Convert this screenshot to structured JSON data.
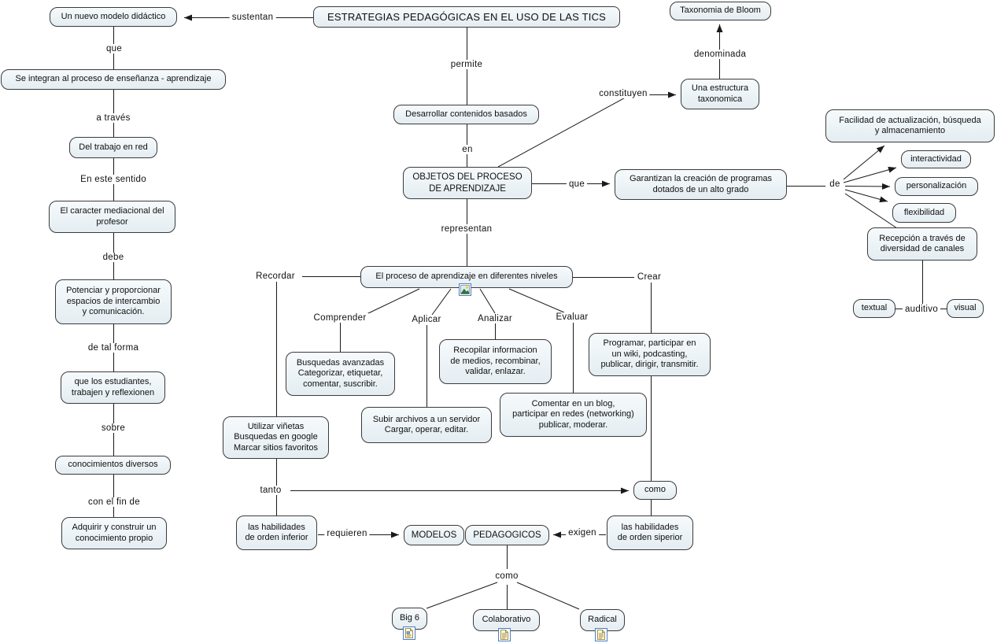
{
  "nodes": {
    "titulo": "ESTRATEGIAS PEDAGÓGICAS EN EL USO DE LAS TICS",
    "nuevo_modelo": "Un nuevo modelo didáctico",
    "se_integran": "Se integran al proceso de enseñanza - aprendizaje",
    "trabajo_red": "Del trabajo en red",
    "caracter": "El caracter mediacional del\nprofesor",
    "potenciar": "Potenciar y proporcionar\nespacios de intercambio\ny comunicación.",
    "estudiantes": "que los estudiantes,\ntrabajen y reflexionen",
    "conocimientos": "conocimientos diversos",
    "adquirir": "Adquirir y construir un\nconocimiento propio",
    "desarrollar": "Desarrollar contenidos basados",
    "objetos": "OBJETOS DEL PROCESO\nDE APRENDIZAJE",
    "estructura": "Una estructura\ntaxonomica",
    "bloom": "Taxonomia de Bloom",
    "garantizan": "Garantizan la creación de programas\ndotados de un alto grado",
    "facilidad": "Facilidad de actualización, búsqueda\ny almacenamiento",
    "interactividad": "interactividad",
    "personalizacion": "personalización",
    "flexibilidad": "flexibilidad",
    "recepcion": "Recepción a través de\ndiversidad de canales",
    "textual": "textual",
    "visual": "visual",
    "proceso": "El proceso de aprendizaje en diferentes niveles",
    "busquedas": "Busquedas avanzadas\nCategorizar, etiquetar,\ncomentar, suscribir.",
    "recopilar": "Recopilar informacion\nde medios, recombinar,\nvalidar, enlazar.",
    "programar": "Programar, participar en\nun wiki, podcasting,\npublicar, dirigir, transmitir.",
    "utilizar": "Utilizar viñetas\nBusquedas en google\nMarcar sitios favoritos",
    "subir": "Subir archivos a un servidor\nCargar, operar, editar.",
    "comentar": "Comentar en un blog,\nparticipar en redes (networking)\npublicar, moderar.",
    "como_caja": "como",
    "hab_inferior": "las habilidades\nde orden inferior",
    "modelos": "MODELOS",
    "pedagogicos": "PEDAGOGICOS",
    "hab_superior": "las habilidades\nde orden siperior",
    "big6": "Big 6",
    "colaborativo": "Colaborativo",
    "radical": "Radical"
  },
  "labels": {
    "sustentan": "sustentan",
    "que_izq": "que",
    "a_traves": "a través",
    "en_este_sentido": "En este sentido",
    "debe": "debe",
    "de_tal_forma": "de tal forma",
    "sobre": "sobre",
    "con_el_fin_de": "con el fin de",
    "permite": "permite",
    "en": "en",
    "constituyen": "constituyen",
    "denominada": "denominada",
    "que_der": "que",
    "de": "de",
    "representan": "representan",
    "recordar": "Recordar",
    "comprender": "Comprender",
    "aplicar": "Aplicar",
    "analizar": "Analizar",
    "evaluar": "Evaluar",
    "crear": "Crear",
    "auditivo": "auditivo",
    "tanto": "tanto",
    "requieren": "requieren",
    "exigen": "exigen",
    "como_abajo": "como"
  },
  "icons": {
    "proceso_recurso": "image-icon",
    "big6_recurso": "document-image-icon",
    "colaborativo_recurso": "document-icon",
    "radical_recurso": "document-icon"
  },
  "colors": {
    "node_fill_top": "#f6fafc",
    "node_fill_bottom": "#e4edf2",
    "node_border": "#3b3b3b",
    "line": "#1a1a1a",
    "icon_border": "#4a7fc1",
    "background": "#ffffff"
  }
}
